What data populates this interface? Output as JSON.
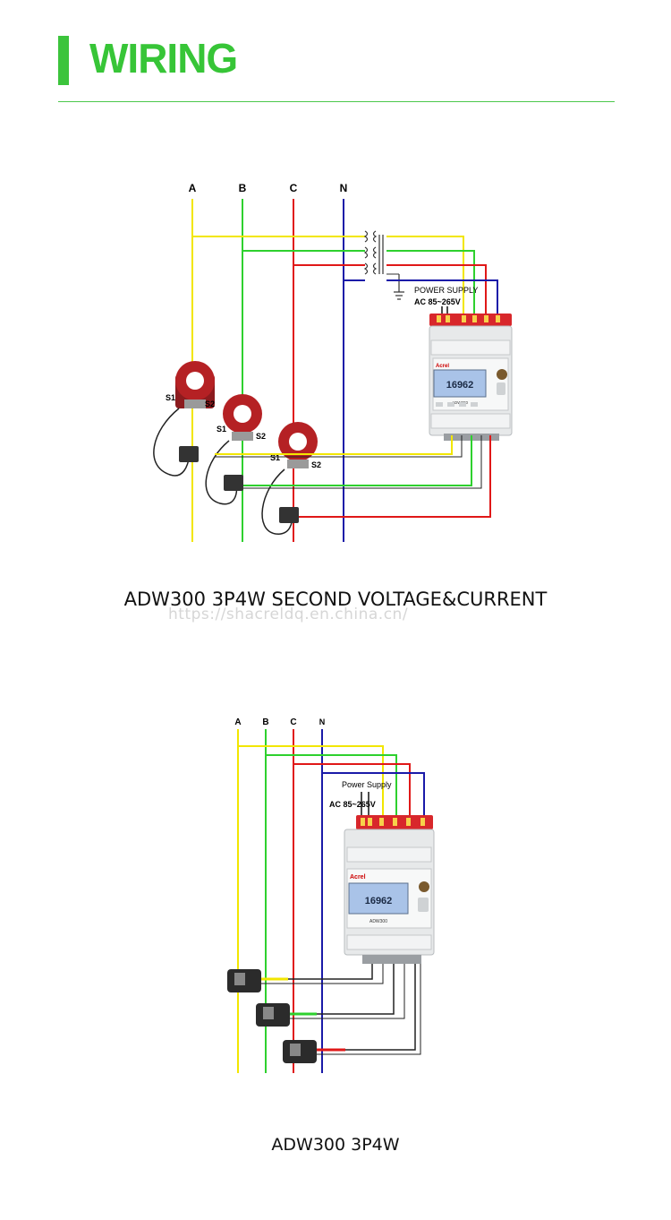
{
  "header": {
    "title": "WIRING"
  },
  "diagram1": {
    "phase_labels": [
      "A",
      "B",
      "C",
      "N"
    ],
    "power_supply_label": "POWER SUPPLY",
    "voltage_label": "AC 85~265V",
    "ct_labels": {
      "s1": "S1",
      "s2": "S2"
    },
    "brand": "Acrel",
    "model": "ADW300",
    "display_value": "16962",
    "caption": "ADW300 3P4W SECOND VOLTAGE&CURRENT"
  },
  "diagram2": {
    "phase_labels": [
      "A",
      "B",
      "C",
      "N"
    ],
    "power_supply_label": "Power Supply",
    "voltage_label": "AC 85~265V",
    "brand": "Acrel",
    "model": "ADW300",
    "display_value": "16962",
    "caption": "ADW300 3P4W"
  },
  "watermark": "https://shacreldq.en.china.cn/",
  "colors": {
    "phase_a": "#f2e600",
    "phase_b": "#2ed02e",
    "phase_c": "#e01818",
    "neutral": "#1a1aa8",
    "accent": "#3cc43c"
  }
}
